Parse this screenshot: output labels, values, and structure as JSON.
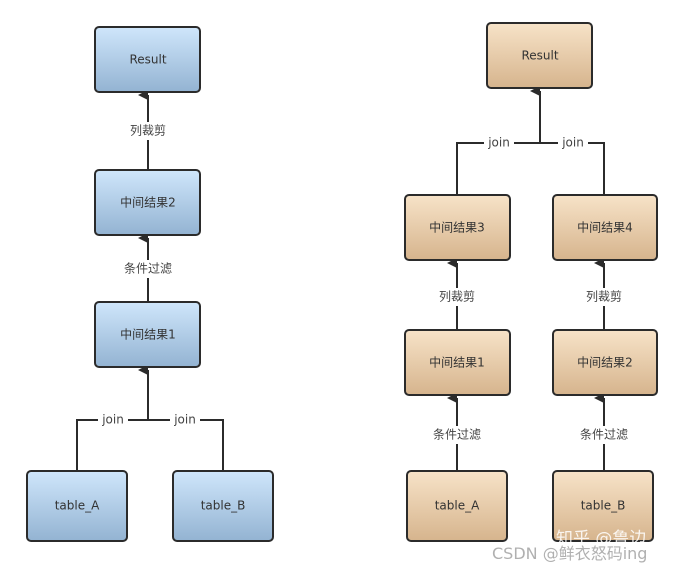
{
  "colors": {
    "blue_top": "#cfe6fb",
    "blue_bottom": "#93b3d2",
    "tan_top": "#f7e3c8",
    "tan_bottom": "#d6b48d",
    "stroke": "#2b2b2b"
  },
  "left": {
    "result": "Result",
    "mid2": "中间结果2",
    "mid1": "中间结果1",
    "table_a": "table_A",
    "table_b": "table_B",
    "edge_prune": "列裁剪",
    "edge_filter": "条件过滤",
    "edge_join_a": "join",
    "edge_join_b": "join"
  },
  "right": {
    "result": "Result",
    "mid3": "中间结果3",
    "mid4": "中间结果4",
    "mid1": "中间结果1",
    "mid2": "中间结果2",
    "table_a": "table_A",
    "table_b": "table_B",
    "edge_join_a": "join",
    "edge_join_b": "join",
    "edge_prune_a": "列裁剪",
    "edge_prune_b": "列裁剪",
    "edge_filter_a": "条件过滤",
    "edge_filter_b": "条件过滤"
  },
  "watermarks": {
    "zhihu": "知乎 @鲁边",
    "csdn": "CSDN @鲜衣怒码ing"
  }
}
